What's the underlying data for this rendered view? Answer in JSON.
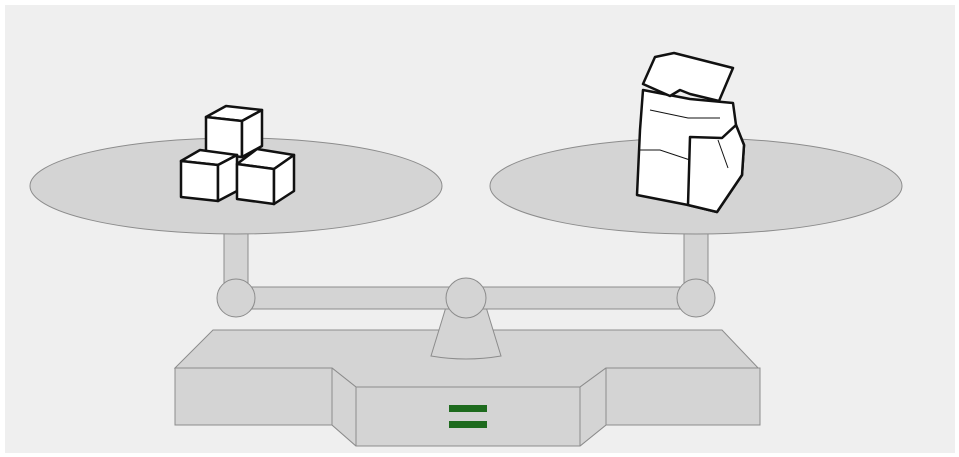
{
  "scene": {
    "background_color": "#efefef",
    "scale_fill": "#d4d4d4",
    "scale_stroke": "#8c8c8c",
    "object_fill": "#ffffff",
    "object_stroke": "#111111",
    "indicator_color": "#1e6b1e"
  },
  "left_pan": {
    "contents": "cubes",
    "cube_count": 3
  },
  "right_pan": {
    "contents": "paper-bag"
  },
  "indicator": {
    "symbol": "equals-sign",
    "state": "balanced"
  }
}
